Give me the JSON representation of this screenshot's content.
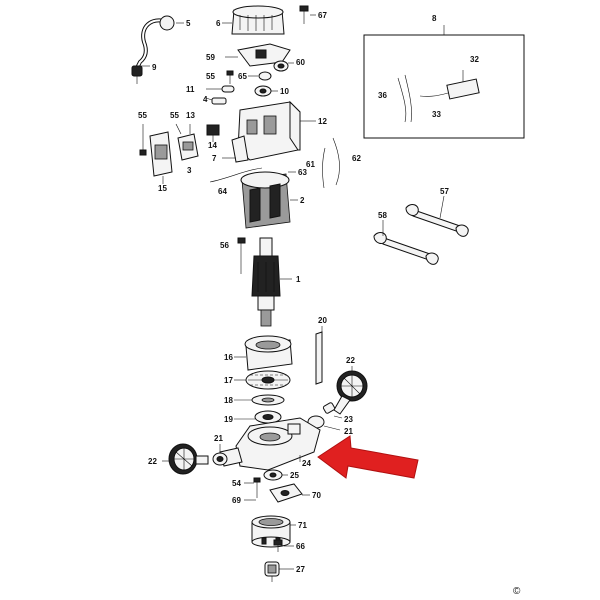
{
  "copyright": "©",
  "callouts": {
    "p1": "1",
    "p2": "2",
    "p3": "3",
    "p4": "4",
    "p5": "5",
    "p6": "6",
    "p7": "7",
    "p8": "8",
    "p9": "9",
    "p10": "10",
    "p11": "11",
    "p12": "12",
    "p13": "13",
    "p14": "14",
    "p15": "15",
    "p16": "16",
    "p17": "17",
    "p18": "18",
    "p19": "19",
    "p20": "20",
    "p21a": "21",
    "p21b": "21",
    "p22a": "22",
    "p22b": "22",
    "p23": "23",
    "p24": "24",
    "p25": "25",
    "p27": "27",
    "p32": "32",
    "p33": "33",
    "p36": "36",
    "p54": "54",
    "p55a": "55",
    "p55b": "55",
    "p55c": "55",
    "p56": "56",
    "p57": "57",
    "p58": "58",
    "p59": "59",
    "p60": "60",
    "p61": "61",
    "p62": "62",
    "p63": "63",
    "p64": "64",
    "p65": "65",
    "p66": "66",
    "p67": "67",
    "p69": "69",
    "p70": "70",
    "p71": "71"
  },
  "arrow_color": "#e02020"
}
